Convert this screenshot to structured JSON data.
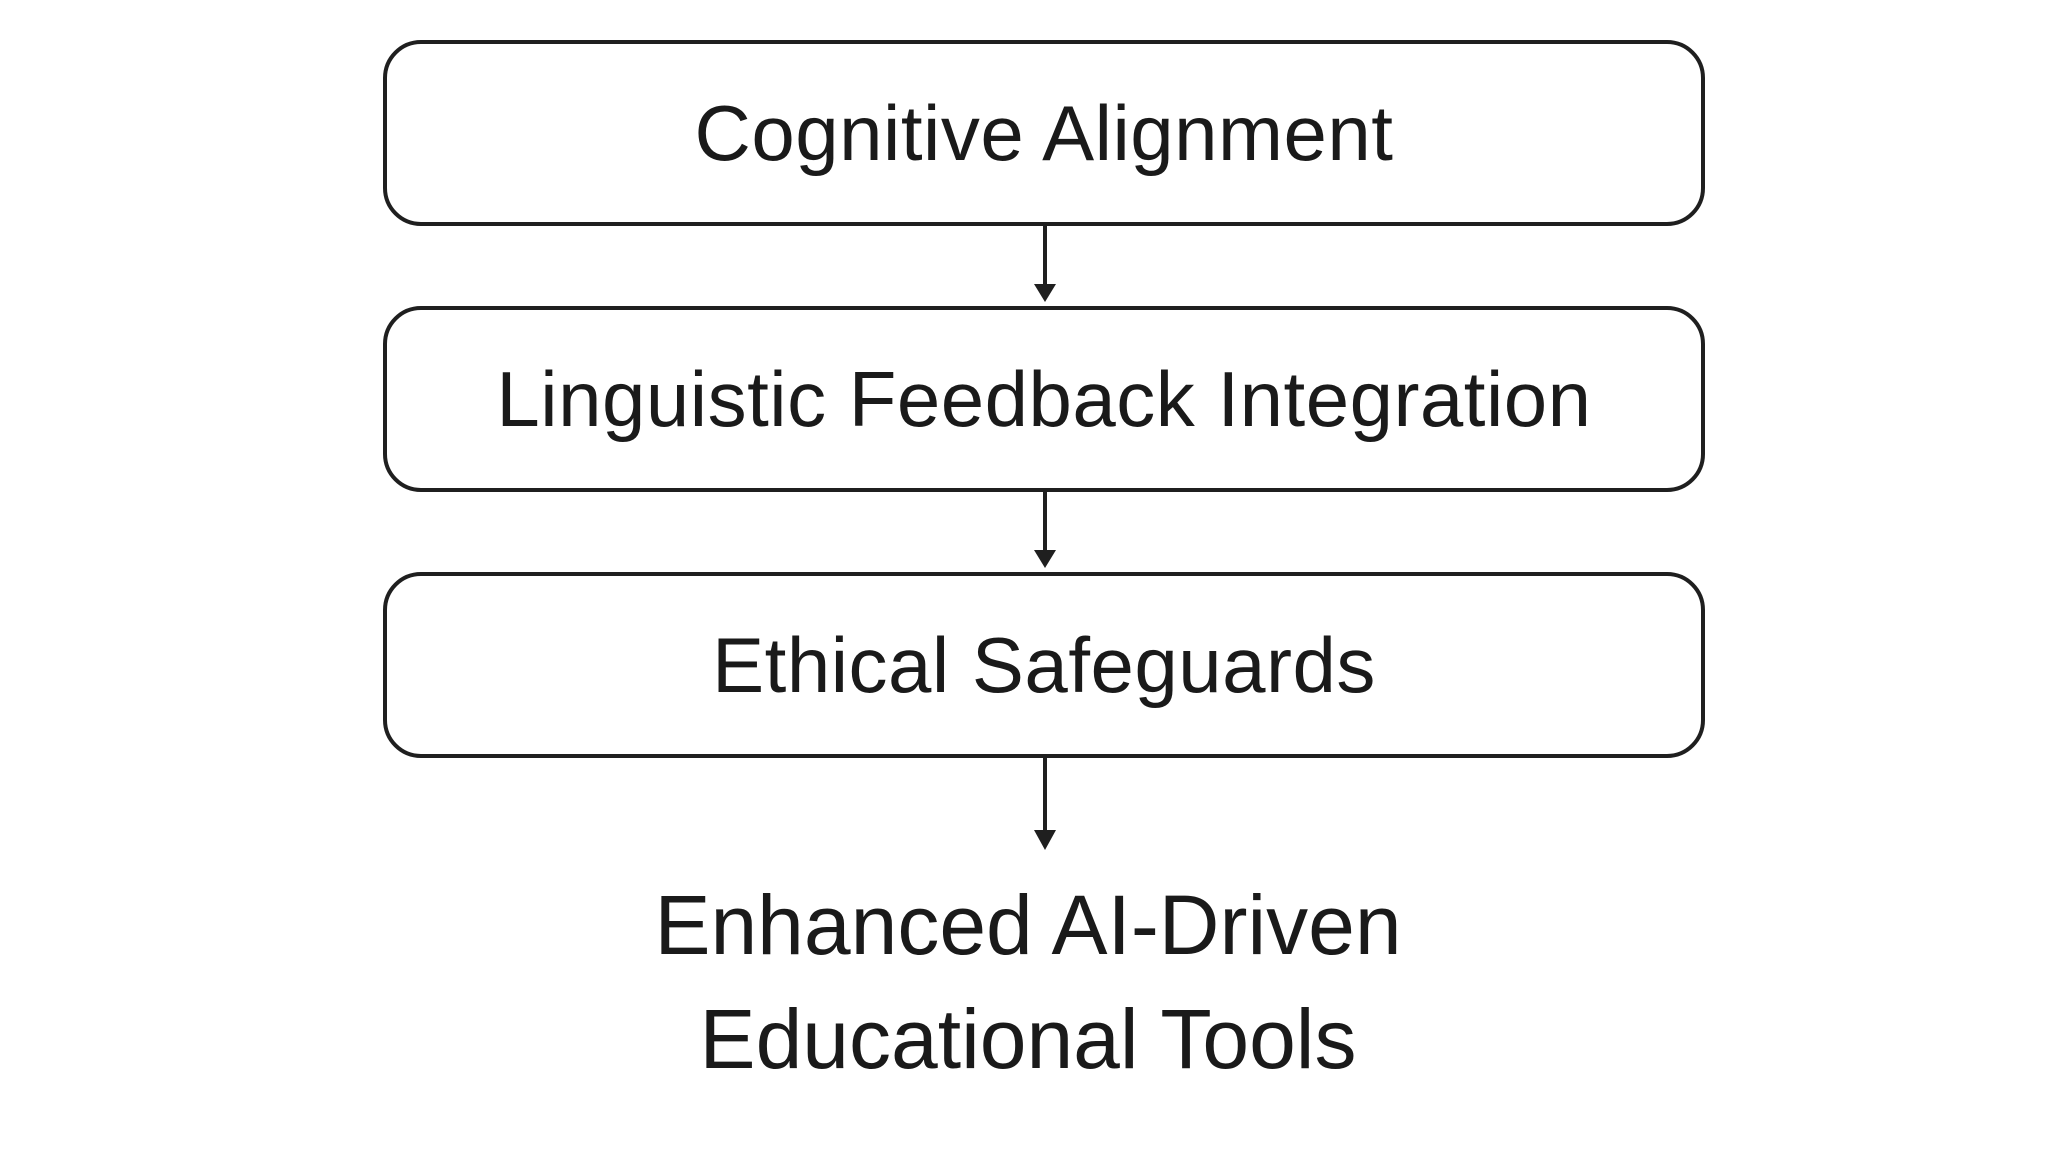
{
  "steps": [
    {
      "label": "Cognitive Alignment"
    },
    {
      "label": "Linguistic Feedback Integration"
    },
    {
      "label": "Ethical Safeguards"
    }
  ],
  "outcome": {
    "line1": "Enhanced AI-Driven",
    "line2": "Educational Tools"
  },
  "colors": {
    "stroke": "#1f1f1f",
    "text": "#1a1a1a",
    "background": "#ffffff"
  }
}
